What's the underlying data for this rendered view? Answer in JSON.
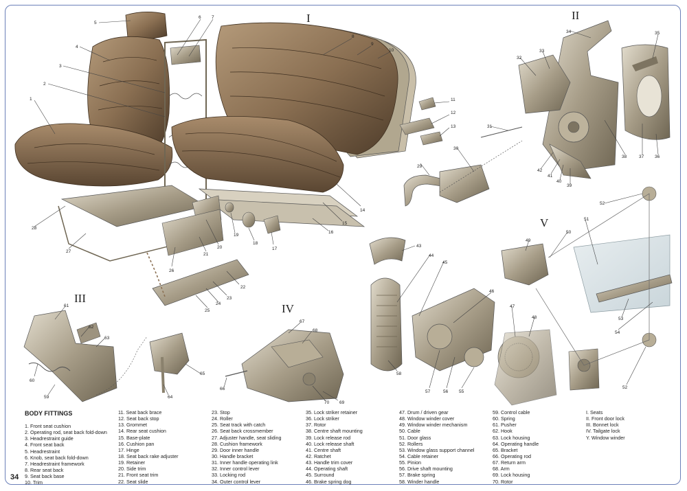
{
  "sections": {
    "s1": "I",
    "s2": "II",
    "s3": "III",
    "s4": "IV",
    "s5": "V"
  },
  "callouts": {
    "n1": "1",
    "n2": "2",
    "n3": "3",
    "n4": "4",
    "n5": "5",
    "n6": "6",
    "n7": "7",
    "n8": "8",
    "n9": "9",
    "n10": "10",
    "n11": "11",
    "n12": "12",
    "n13": "13",
    "n14": "14",
    "n15": "15",
    "n16": "16",
    "n17": "17",
    "n18": "18",
    "n19": "19",
    "n20": "20",
    "n21": "21",
    "n22": "22",
    "n23": "23",
    "n24": "24",
    "n25": "25",
    "n26": "26",
    "n27": "27",
    "n28": "28",
    "n29": "29",
    "n30": "30",
    "n31": "31",
    "n32": "32",
    "n33": "33",
    "n34": "34",
    "n35": "35",
    "n36": "36",
    "n37": "37",
    "n38": "38",
    "n39": "39",
    "n40": "40",
    "n41": "41",
    "n42": "42",
    "n43": "43",
    "n44": "44",
    "n45": "45",
    "n46": "46",
    "n47": "47",
    "n48": "48",
    "n49": "49",
    "n50": "50",
    "n51": "51",
    "n52a": "52",
    "n52b": "52",
    "n53": "53",
    "n54": "54",
    "n55": "55",
    "n56": "56",
    "n57": "57",
    "n58": "58",
    "n59": "59",
    "n60": "60",
    "n61": "61",
    "n62": "62",
    "n63": "63",
    "n64": "64",
    "n65": "65",
    "n66": "66",
    "n67": "67",
    "n68": "68",
    "n69": "69",
    "n70": "70"
  },
  "legend": {
    "title": "BODY FITTINGS",
    "col1": [
      "1. Front seat cushion",
      "2. Operating rod, seat back fold-down",
      "3. Headrestraint guide",
      "4. Front seat back",
      "5. Headrestraint",
      "6. Knob, seat back fold-down",
      "7. Headrestraint framework",
      "8. Rear seat back",
      "9. Seat back base",
      "10. Trim"
    ],
    "col2": [
      "11. Seat back brace",
      "12. Seat back stop",
      "13. Grommet",
      "14. Rear seat cushion",
      "15. Base-plate",
      "16. Cushion pan",
      "17. Hinge",
      "18. Seat back rake adjuster",
      "19. Retainer",
      "20. Side trim",
      "21. Front seat trim",
      "22. Seat slide"
    ],
    "col3": [
      "23. Stop",
      "24. Roller",
      "25. Seat track with catch",
      "26. Seat back crossmember",
      "27. Adjuster handle, seat sliding",
      "28. Cushion framework",
      "29. Door inner handle",
      "30. Handle bracket",
      "31. Inner handle operating link",
      "32. Inner control lever",
      "33. Locking rod",
      "34. Outer control lever"
    ],
    "col4": [
      "35. Lock striker retainer",
      "36. Lock striker",
      "37. Rotor",
      "38. Centre shaft mounting",
      "39. Lock release rod",
      "40. Lock release shaft",
      "41. Centre shaft",
      "42. Ratchet",
      "43. Handle trim cover",
      "44. Operating shaft",
      "45. Surround",
      "46. Brake spring dog"
    ],
    "col5": [
      "47. Drum / driven gear",
      "48. Window winder cover",
      "49. Window winder mechanism",
      "50. Cable",
      "51. Door glass",
      "52. Rollers",
      "53. Window glass support channel",
      "54. Cable retainer",
      "55. Pinion",
      "56. Drive shaft mounting",
      "57. Brake spring",
      "58. Winder handle"
    ],
    "col6": [
      "59. Control cable",
      "60. Spring",
      "61. Pusher",
      "62. Hook",
      "63. Lock housing",
      "64. Operating handle",
      "65. Bracket",
      "66. Operating rod",
      "67. Return arm",
      "68. Arm",
      "69. Lock housing",
      "70. Rotor"
    ],
    "col7": [
      "I.  Seats",
      "II.  Front door lock",
      "III.  Bonnet lock",
      "IV.  Tailgate lock",
      "Y.  Window winder"
    ]
  },
  "page_number": "34",
  "colors": {
    "frame": "#6a7fb8",
    "leather_dark": "#5a4632",
    "leather_mid": "#8a6f52",
    "leather_light": "#b49a7a",
    "metal_mid": "#9d937f",
    "metal_light": "#cfc7b4",
    "glass": "#d9e2e6"
  }
}
